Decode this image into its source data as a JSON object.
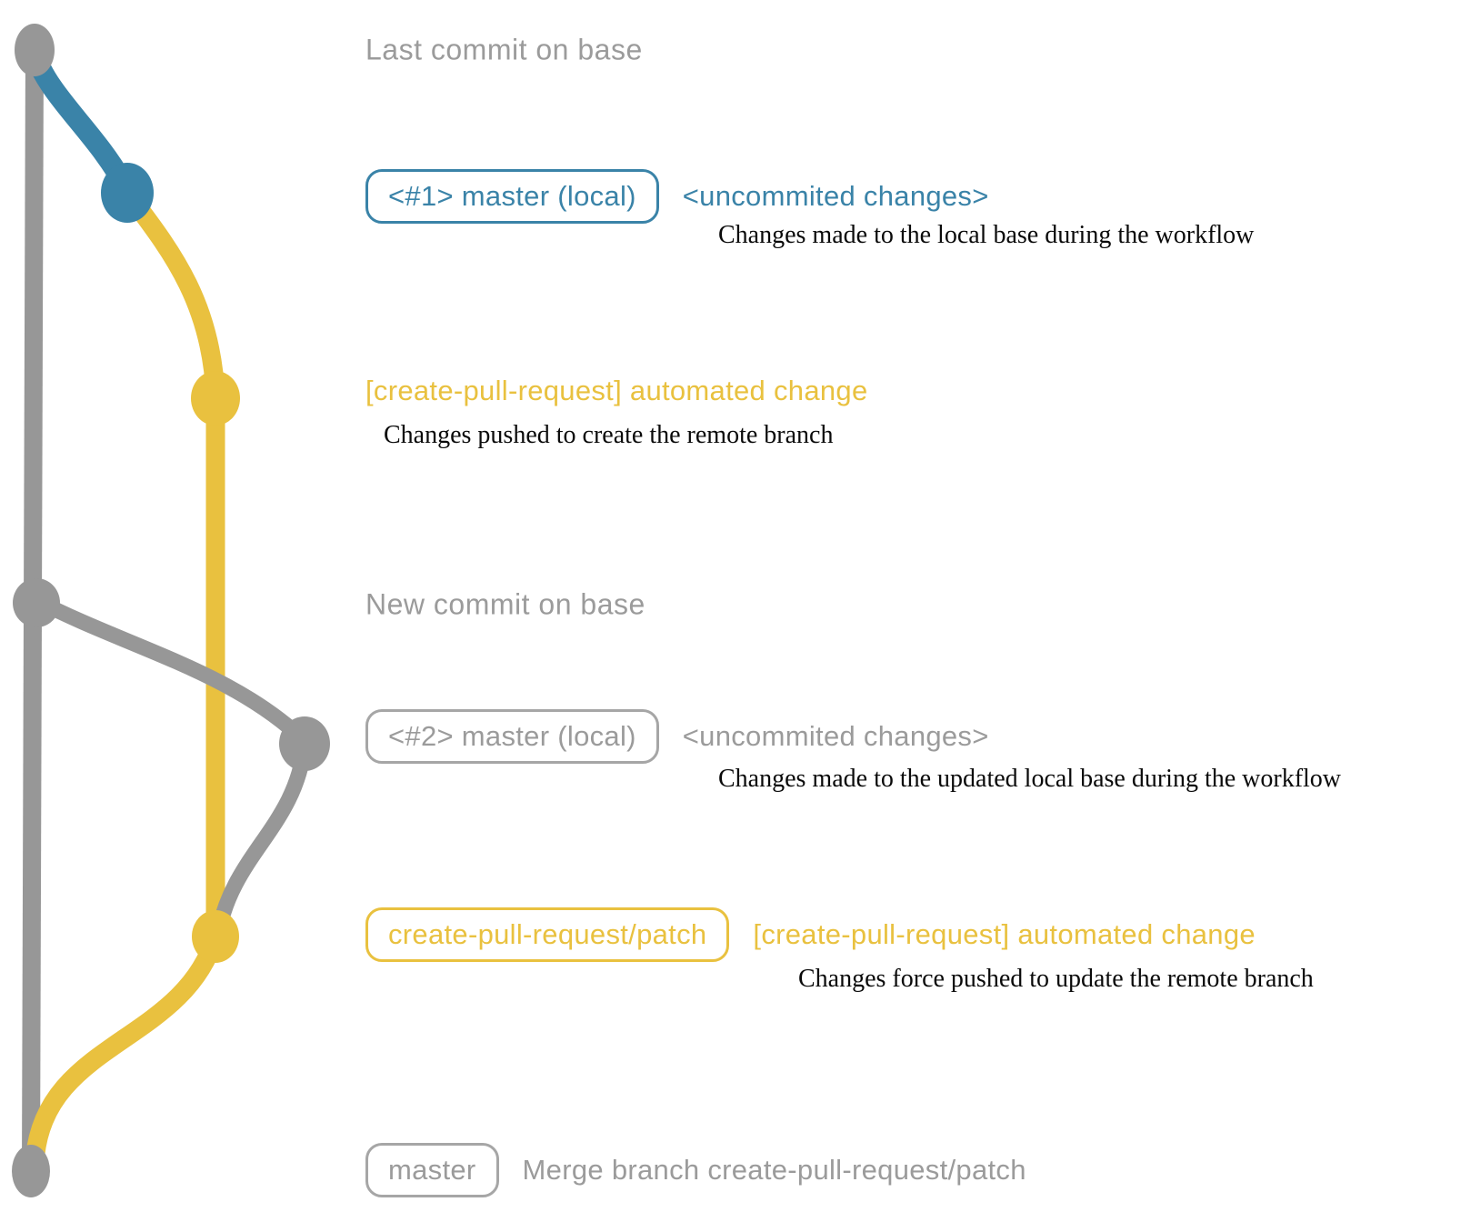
{
  "colors": {
    "base_gray": "#979797",
    "text_gray": "#9b9b9b",
    "local_blue": "#3a83a8",
    "patch_yellow": "#e9c13f",
    "description_black": "#0a0a0a"
  },
  "graph": {
    "dots": [
      "base-last-commit-dot",
      "local-master-commit-1-dot",
      "patch-branch-commit-1-dot",
      "base-new-commit-dot",
      "local-master-commit-2-dot",
      "patch-branch-commit-2-dot",
      "base-merge-commit-dot"
    ]
  },
  "rows": [
    {
      "label": "Last commit on base"
    },
    {
      "ref": "<#1> master (local)",
      "message": "<uncommited changes>",
      "description": "Changes made to the local base during the workflow"
    },
    {
      "message": "[create-pull-request] automated change",
      "description": "Changes pushed to create the remote branch"
    },
    {
      "label": "New commit on base"
    },
    {
      "ref": "<#2> master (local)",
      "message": "<uncommited changes>",
      "description": "Changes made to the updated local base during the workflow"
    },
    {
      "ref": "create-pull-request/patch",
      "message": "[create-pull-request] automated change",
      "description": "Changes force pushed to update the remote branch"
    },
    {
      "ref": "master",
      "message": "Merge branch create-pull-request/patch"
    }
  ]
}
